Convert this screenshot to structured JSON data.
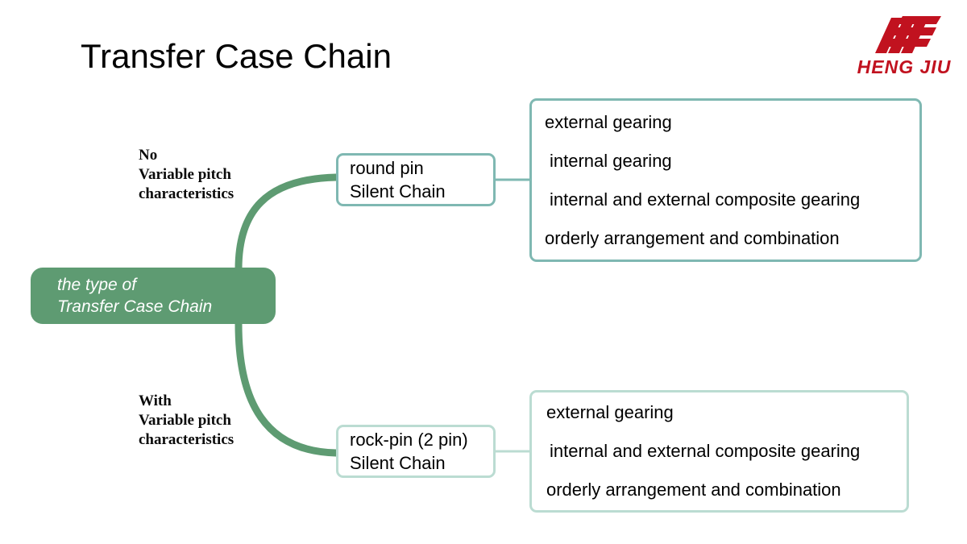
{
  "slide": {
    "title": "Transfer Case Chain",
    "background_color": "#FFFFFF"
  },
  "logo": {
    "wordmark": "HENG JIU",
    "mark_name": "hengjiu-wing-mark",
    "color": "#C1121F"
  },
  "colors": {
    "root_green": "#5E9B72",
    "connector_green": "#5E9B72",
    "teal_border": "#7FB8B2",
    "mint_border": "#BBDCD2",
    "text": "#000000"
  },
  "root": {
    "line1": "the type of",
    "line2": "Transfer Case Chain"
  },
  "branches": [
    {
      "id": "no-variable-pitch",
      "label_lines": [
        "No",
        "Variable pitch",
        "characteristics"
      ],
      "node": {
        "line1": "round pin",
        "line2": "Silent Chain"
      },
      "details": [
        "external gearing",
        "internal gearing",
        "internal and external composite gearing",
        "orderly arrangement and combination"
      ]
    },
    {
      "id": "with-variable-pitch",
      "label_lines": [
        "With",
        "Variable pitch",
        "characteristics"
      ],
      "node": {
        "line1": "rock-pin (2 pin)",
        "line2": "Silent Chain"
      },
      "details": [
        "external gearing",
        "internal and external composite gearing",
        "orderly arrangement and combination"
      ]
    }
  ]
}
